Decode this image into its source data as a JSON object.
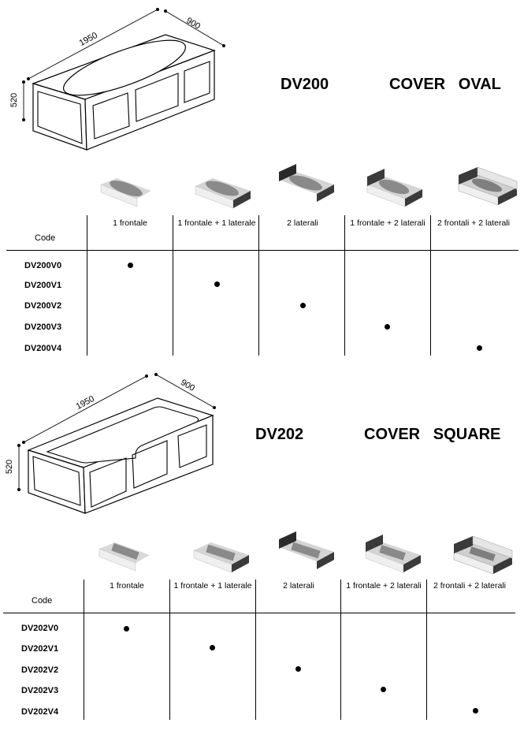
{
  "sections": [
    {
      "model": "DV200",
      "cover": "COVER   OVAL",
      "dims": {
        "length": "1950",
        "width": "900",
        "height": "520"
      },
      "basin_shape": "oval",
      "code_header": "Code",
      "columns": [
        "1 frontale",
        "1 frontale + 1 laterale",
        "2 laterali",
        "1 frontale + 2 laterali",
        "2 frontali + 2 laterali"
      ],
      "column_icons": [
        "bathtub-1-front-panel-icon",
        "bathtub-front-side-panel-icon",
        "bathtub-2-side-panels-icon",
        "bathtub-front-2-side-panels-icon",
        "bathtub-4-panels-icon"
      ],
      "rows": [
        {
          "code": "DV200V0",
          "col": 0
        },
        {
          "code": "DV200V1",
          "col": 1
        },
        {
          "code": "DV200V2",
          "col": 2
        },
        {
          "code": "DV200V3",
          "col": 3
        },
        {
          "code": "DV200V4",
          "col": 4
        }
      ]
    },
    {
      "model": "DV202",
      "cover": "COVER   SQUARE",
      "dims": {
        "length": "1950",
        "width": "900",
        "height": "520"
      },
      "basin_shape": "square",
      "code_header": "Code",
      "columns": [
        "1 frontale",
        "1 frontale + 1 laterale",
        "2 laterali",
        "1 frontale + 2 laterali",
        "2 frontali + 2 laterali"
      ],
      "column_icons": [
        "bathtub-1-front-panel-icon",
        "bathtub-front-side-panel-icon",
        "bathtub-2-side-panels-icon",
        "bathtub-front-2-side-panels-icon",
        "bathtub-4-panels-icon"
      ],
      "rows": [
        {
          "code": "DV202V0",
          "col": 0
        },
        {
          "code": "DV202V1",
          "col": 1
        },
        {
          "code": "DV202V2",
          "col": 2
        },
        {
          "code": "DV202V3",
          "col": 3
        },
        {
          "code": "DV202V4",
          "col": 4
        }
      ]
    }
  ]
}
